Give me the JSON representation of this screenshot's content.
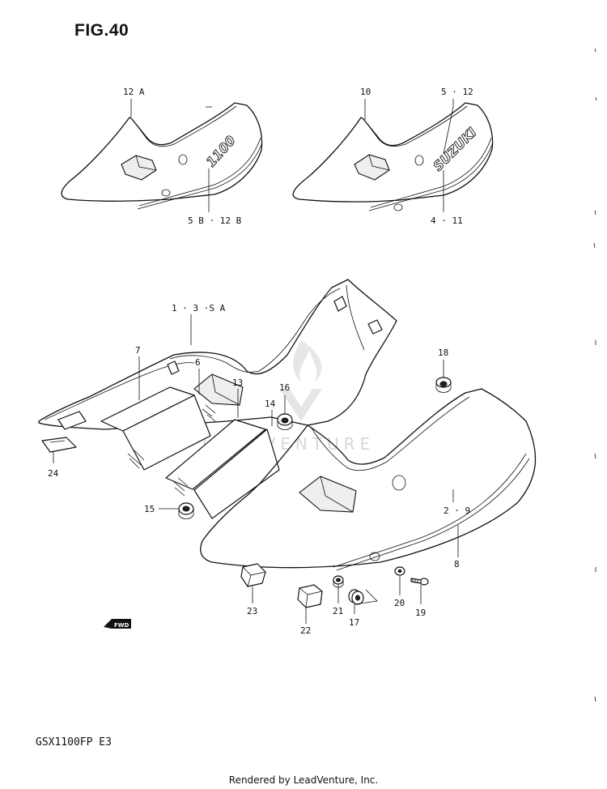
{
  "figure_title": "FIG.40",
  "model_code": "GSX1100FP  E3",
  "rendered_by": "Rendered by LeadVenture, Inc.",
  "watermark": "LEADVENTURE",
  "emblems": {
    "left_cover": "1100",
    "right_cover": "SUZUKI"
  },
  "fwd_label": "FWD",
  "callouts": {
    "12A": "12 A",
    "10": "10",
    "5_12": "5 · 12",
    "5B_12B": "5 B · 12 B",
    "4_11": "4 · 11",
    "1_3_5A": "1 · 3 ·S A",
    "7": "7",
    "6": "6",
    "13": "13",
    "16": "16",
    "14": "14",
    "18": "18",
    "24": "24",
    "15": "15",
    "2_9": "2 · 9",
    "8": "8",
    "23": "23",
    "22": "22",
    "21": "21",
    "17": "17",
    "20": "20",
    "19": "19"
  }
}
